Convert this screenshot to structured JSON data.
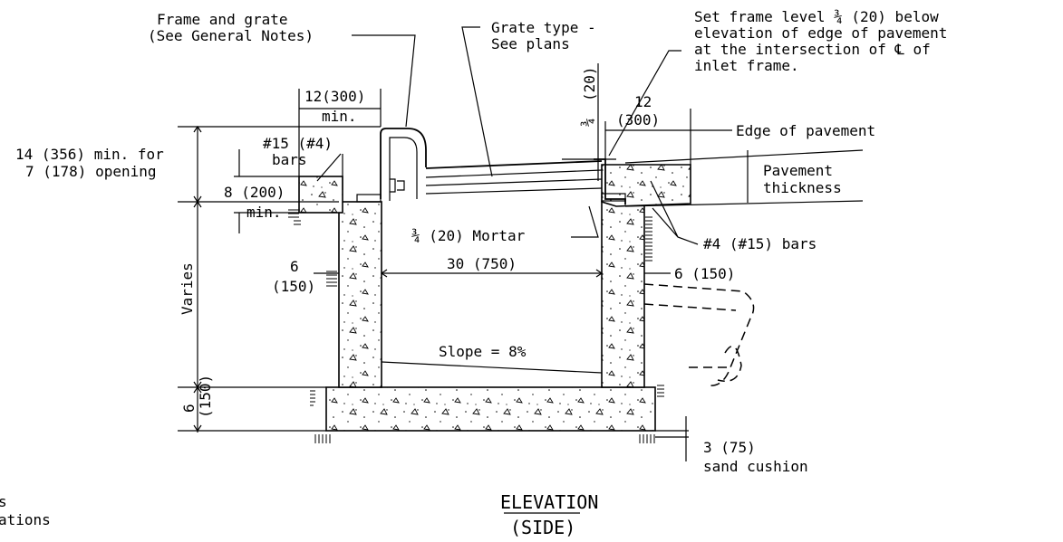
{
  "labels": {
    "frame_and_grate": "Frame and grate",
    "see_general_notes": "(See General Notes)",
    "grate_type": "Grate type -",
    "see_plans": "See plans",
    "set_frame_line1": "Set frame level ¾ (20) below",
    "set_frame_line2": "elevation of edge of pavement",
    "set_frame_line3": "at the intersection of ℄ of",
    "set_frame_line4": "inlet frame.",
    "dim_12_300_top": "12(300)",
    "min_top": "min.",
    "dim_3_4": "¾",
    "dim_20_vertical": "(20)",
    "dim_12_right": "12",
    "dim_300_right": "(300)",
    "edge_of_pavement": "Edge of pavement",
    "dim_14_356": "14 (356) min. for",
    "dim_7_178": "7 (178) opening",
    "bars_15_4": "#15 (#4)",
    "bars": "bars",
    "dim_8_200": "8 (200)",
    "min_left": "min.",
    "pavement": "Pavement",
    "thickness": "thickness",
    "mortar": "¾ (20) Mortar",
    "bars_4_15": "#4 (#15) bars",
    "varies": "Varies",
    "dim_6_left": "6",
    "dim_150_left": "(150)",
    "dim_30_750": "30 (750)",
    "dim_6_150_right": "6 (150)",
    "slope": "Slope = 8%",
    "dim_6_bottom": "6",
    "dim_150_bottom": "(150)",
    "dim_3_75": "3 (75)",
    "sand_cushion": "sand cushion",
    "cut_s": "s",
    "cut_ations": "ations",
    "elevation_title": "ELEVATION",
    "side_subtitle": "(SIDE)"
  }
}
